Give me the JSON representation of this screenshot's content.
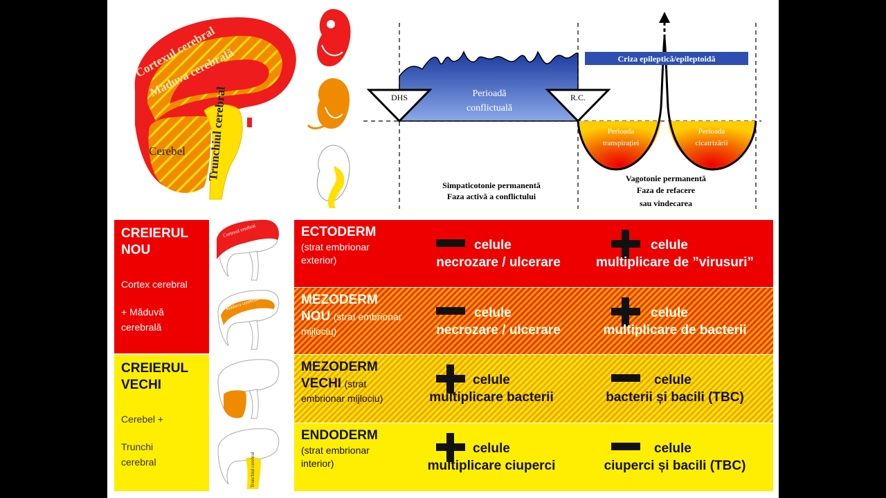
{
  "brain_labels": {
    "cortex": "Cortexul cerebral",
    "maduva": "Măduva cerebrală",
    "cerebel": "Cerebel",
    "trunchi": "Trunchiul cerebral"
  },
  "thumb_labels": {
    "cortex": "Cortexul cerebral",
    "maduva": "Măduva cerebrală",
    "trunchi": "Trunchiul cerebral"
  },
  "phase_diagram": {
    "dhs": "DHS",
    "rc": "R.C.",
    "conflict_line1": "Perioadă",
    "conflict_line2": "conflictuală",
    "crisis": "Criza epileptică/epileptoidă",
    "transpiratie_1": "Perioada",
    "transpiratie_2": "transpirației",
    "cicatrizare_1": "Perioada",
    "cicatrizare_2": "cicatrizării",
    "left_caption_1": "Simpaticotonie permanentă",
    "left_caption_2": "Faza activă a conflictului",
    "right_caption_1": "Vagotonie permanentă",
    "right_caption_2": "Faza de refacere",
    "right_caption_3": "sau vindecarea"
  },
  "brains": {
    "new": {
      "title_1": "CREIERUL",
      "title_2": "NOU",
      "item_1": "Cortex cerebral",
      "item_2": "+ Măduvă",
      "item_3": "cerebrală"
    },
    "old": {
      "title_1": "CREIERUL",
      "title_2": "VECHI",
      "item_1": "Cerebel +",
      "item_2": "Trunchi",
      "item_3": "cerebral"
    }
  },
  "rows": [
    {
      "t1": "ECTODERM",
      "t2": "",
      "sub": "(strat embrionar exterior)",
      "left_sign": "minus",
      "left_1": "celule",
      "left_2": "necrozare / ulcerare",
      "right_sign": "plus",
      "right_1": "celule",
      "right_2": "multiplicare de ”virusuri”"
    },
    {
      "t1": "MEZODERM",
      "t2": "NOU",
      "sub": "(strat embrionar mijlociu)",
      "left_sign": "minus",
      "left_1": "celule",
      "left_2": "necrozare / ulcerare",
      "right_sign": "plus",
      "right_1": "celule",
      "right_2": "multiplicare de bacterii"
    },
    {
      "t1": "MEZODERM",
      "t2": "VECHI",
      "sub": "(strat embrionar mijlociu)",
      "left_sign": "plus",
      "left_1": "celule",
      "left_2": "multiplicare bacterii",
      "right_sign": "minus",
      "right_1": "celule",
      "right_2": "bacterii și bacili (TBC)"
    },
    {
      "t1": "ENDODERM",
      "t2": "",
      "sub": "(strat embrionar interior)",
      "left_sign": "plus",
      "left_1": "celule",
      "left_2": "multiplicare ciuperci",
      "right_sign": "minus",
      "right_1": "celule",
      "right_2": "ciuperci și bacili (TBC)"
    }
  ],
  "colors": {
    "red": "#ee0000",
    "orange": "#f08a00",
    "yellow": "#ffee00",
    "blue": "#2c4fb0"
  }
}
